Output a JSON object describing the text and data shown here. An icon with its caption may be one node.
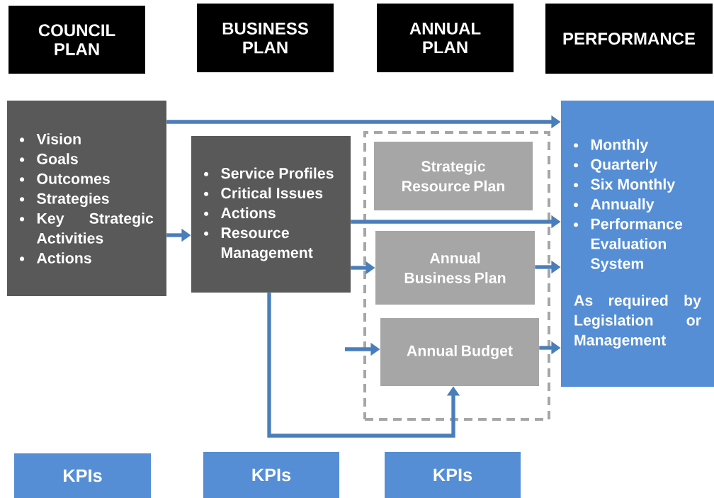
{
  "diagram": {
    "nodes": [
      {
        "text": [
          "COUNCIL PLAN"
        ]
      },
      {
        "text": [
          "BUSINESS PLAN"
        ]
      },
      {
        "text": [
          "ANNUAL PLAN"
        ]
      },
      {
        "text": [
          "PERFORMANCE"
        ]
      },
      {
        "text": [
          "Vision",
          "Goals",
          "Outcomes",
          "Strategies",
          "Key Strategic Activities",
          "Actions"
        ]
      },
      {
        "text": [
          "Service Profiles",
          "Critical Issues",
          "Actions",
          "Resource Management"
        ]
      },
      {
        "text": [],
        "shape": "box"
      },
      {
        "text": [
          "Strategic Resource Plan"
        ],
        "in": 6
      },
      {
        "text": [
          "Annual Business Plan"
        ],
        "in": 6
      },
      {
        "text": [
          "Annual Budget"
        ],
        "in": 6
      },
      {
        "text": [
          "Monthly",
          "Quarterly",
          "Six Monthly",
          "Annually",
          "Performance Evaluation System",
          "As required by Legislation or Management"
        ]
      },
      {
        "text": [
          "KPIs"
        ]
      },
      {
        "text": [
          "KPIs"
        ]
      },
      {
        "text": [
          "KPIs"
        ]
      }
    ],
    "edges": [
      {
        "from": 4,
        "to": 10,
        "arrow": "to"
      },
      {
        "from": 4,
        "to": 5,
        "arrow": "to"
      },
      {
        "from": 5,
        "to": 10,
        "arrow": "to"
      },
      {
        "from": 5,
        "to": 8,
        "arrow": "to"
      },
      {
        "from": 8,
        "to": 10,
        "arrow": "to"
      },
      {
        "from": null,
        "to": 9,
        "arrow": "to"
      },
      {
        "from": 9,
        "to": 10,
        "arrow": "to"
      },
      {
        "from": 5,
        "to": 9,
        "arrow": "to"
      }
    ]
  }
}
